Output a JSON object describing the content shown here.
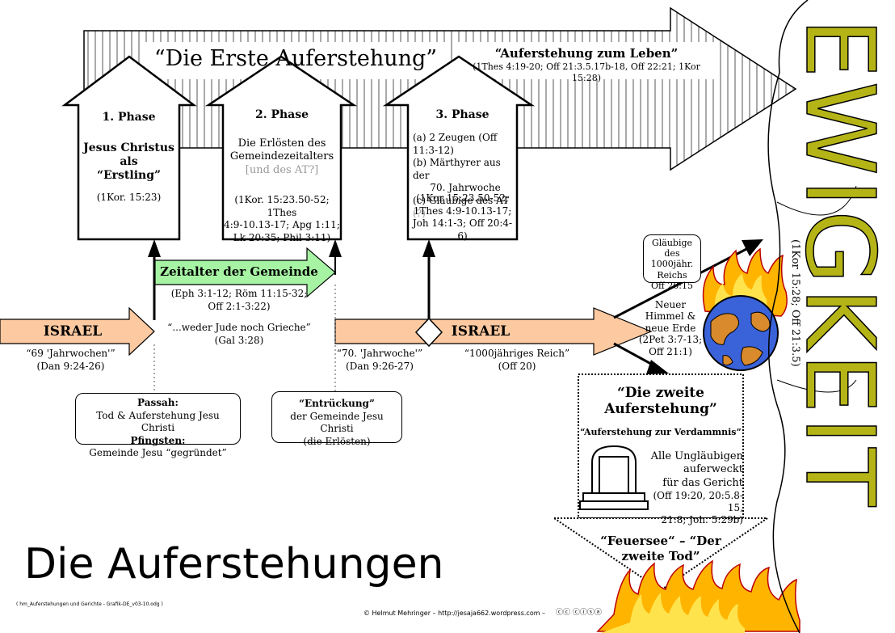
{
  "top_arrow": {
    "title": "“Die Erste Auferstehung”",
    "sub_title": "“Auferstehung zum Leben”",
    "sub_refs": "(1Thes 4:19-20; Off 21:3.5.17b-18, Off 22:21; 1Kor 15:28)"
  },
  "phase1": {
    "title": "1. Phase",
    "l1": "Jesus Christus",
    "l2": "als",
    "l3": "“Erstling”",
    "ref": "(1Kor. 15:23)"
  },
  "phase2": {
    "title": "2. Phase",
    "l1": "Die Erlösten des",
    "l2": "Gemeindezeitalters",
    "l3": "[und des AT?]",
    "ref1": "(1Kor. 15:23.50-52; 1Thes",
    "ref2": "4:9-10.13-17; Apg 1:11;",
    "ref3": "Lk 20:35; Phil 3:11)"
  },
  "phase3": {
    "title": "3. Phase",
    "a": "(a) 2 Zeugen (Off 11:3-12)",
    "b1": "(b) Märthyrer aus der",
    "b2": "70. Jahrwoche",
    "c": "(c) Gläubige des AT",
    "c_q": "(?)",
    "ref1": "(1Kor 15:23.50-52;",
    "ref2": "1Thes 4:9-10.13-17;",
    "ref3": "Joh 14:1-3; Off 20:4-6)"
  },
  "gemeinde": {
    "label": "Zeitalter der Gemeinde",
    "ref1": "(Eph 3:1-12; Röm 11:15-32;",
    "ref2": "Off 2:1-3:22)",
    "quote": "“...weder Jude noch Grieche”",
    "quote_ref": "(Gal 3:28)"
  },
  "israel1": {
    "label": "ISRAEL",
    "sub": "“69 'Jahrwochen'”",
    "ref": "(Dan 9:24-26)"
  },
  "israel2": {
    "label": "ISRAEL",
    "week": "“70. 'Jahrwoche'”",
    "week_ref": "(Dan 9:26-27)",
    "reich": "“1000jähriges Reich”",
    "reich_ref": "(Off 20)"
  },
  "passah": {
    "l1": "Passah:",
    "l2": "Tod & Auferstehung Jesu Christi",
    "l3": "Pfingsten:",
    "l4": "Gemeinde Jesu “gegründet”"
  },
  "entrueckung": {
    "l1": "“Entrückung”",
    "l2": "der Gemeinde Jesu Christi",
    "l3": "(die Erlösten)"
  },
  "glaeubige": {
    "l1": "Gläubige",
    "l2": "des 1000jähr.",
    "l3": "Reichs",
    "l4": "Off 20:15"
  },
  "neuer_himmel": {
    "l1": "Neuer",
    "l2": "Himmel &",
    "l3": "neue Erde",
    "l4": "(2Pet 3:7-13;",
    "l5": "Off 21:1)"
  },
  "zweite": {
    "title1": "“Die zweite",
    "title2": "Auferstehung”",
    "sub": "“Auferstehung zur Verdammnis”",
    "l1": "Alle Ungläubigen",
    "l2": "auferweckt",
    "l3": "für das Gericht",
    "l4": "(Off 19:20, 20:5.8-15,",
    "l5": "21:8; Joh. 5:29b)"
  },
  "feuersee": {
    "l1": "“Feuersee“ – “Der",
    "l2": "zweite Tod”"
  },
  "ewigkeit": {
    "label": "EWIGKEIT",
    "ref": "(1Kor 15:28; Off 21:3.5)"
  },
  "main_title": "Die Auferstehungen",
  "footer_left": "( hm_Auferstehungen und Gerichte - Grafik-DE_v03-10.odg )",
  "footer_center": "© Helmut Mehringer – http://jesaja662.wordpress.com –",
  "colors": {
    "israel": "#fdc9a0",
    "gemeinde": "#a6f3a4",
    "ewigkeit": "#b5b417",
    "fire_outer": "#ffb400",
    "fire_inner": "#ffe34d",
    "earth_water": "#3a62d9",
    "earth_land": "#d88a2c"
  }
}
